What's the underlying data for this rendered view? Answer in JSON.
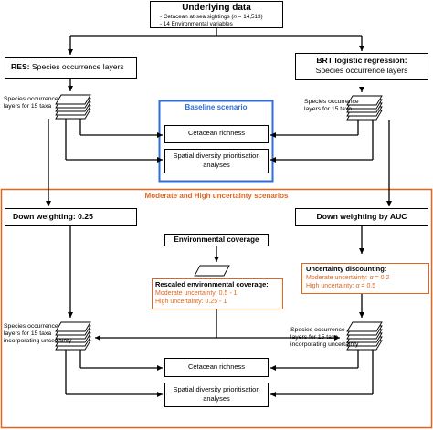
{
  "underlying": {
    "title": "Underlying data",
    "line1_prefix": "- Cetacean at-sea sightings (",
    "line1_n": "n",
    "line1_suffix": " = 14,513)",
    "line2": "- 14 Environmental variables"
  },
  "res": {
    "bold": "RES:",
    "rest": " Species occurrence layers"
  },
  "brt": {
    "line1": "BRT logistic regression:",
    "line2": "Species occurrence layers"
  },
  "layers_left": {
    "line1": "Species occurrence",
    "line2": "layers for 15 taxa"
  },
  "layers_right": {
    "line1": "Species occurrence",
    "line2": "layers for 15 taxa"
  },
  "baseline": {
    "title": "Baseline scenario",
    "richness": "Cetacean richness",
    "spatial_line1": "Spatial diversity prioritisation",
    "spatial_line2": "analyses"
  },
  "uncertainty_title": "Moderate and High uncertainty scenarios",
  "down_left": "Down weighting: 0.25",
  "down_right": "Down weighting by AUC",
  "env_coverage": "Environmental coverage",
  "rescaled": {
    "title": "Rescaled environmental coverage:",
    "line1": "Moderate uncertainty: 0.5 - 1",
    "line2": "High uncertainty: 0.25 - 1"
  },
  "discounting": {
    "title": "Uncertainty discounting:",
    "line1_prefix": "Moderate uncertainty: ",
    "line1_sym": "α",
    "line1_suffix": " = 0.2",
    "line2_prefix": "High uncertainty: ",
    "line2_sym": "α",
    "line2_suffix": " = 0.5"
  },
  "incorp_left": {
    "line1": "Species occurrence",
    "line2": "layers for 15 taxa",
    "line3": "incorporating uncertainty"
  },
  "incorp_right": {
    "line1": "Species occurrence",
    "line2": "layers for 15 taxa",
    "line3": "incorporating uncertainty"
  },
  "bottom": {
    "richness": "Cetacean richness",
    "spatial_line1": "Spatial diversity prioritisation",
    "spatial_line2": "analyses"
  },
  "colors": {
    "orange": "#E0651E",
    "blue": "#2E6FD8",
    "black": "#000000"
  },
  "icons": [
    "stacked-layers-icon",
    "single-layer-icon"
  ]
}
